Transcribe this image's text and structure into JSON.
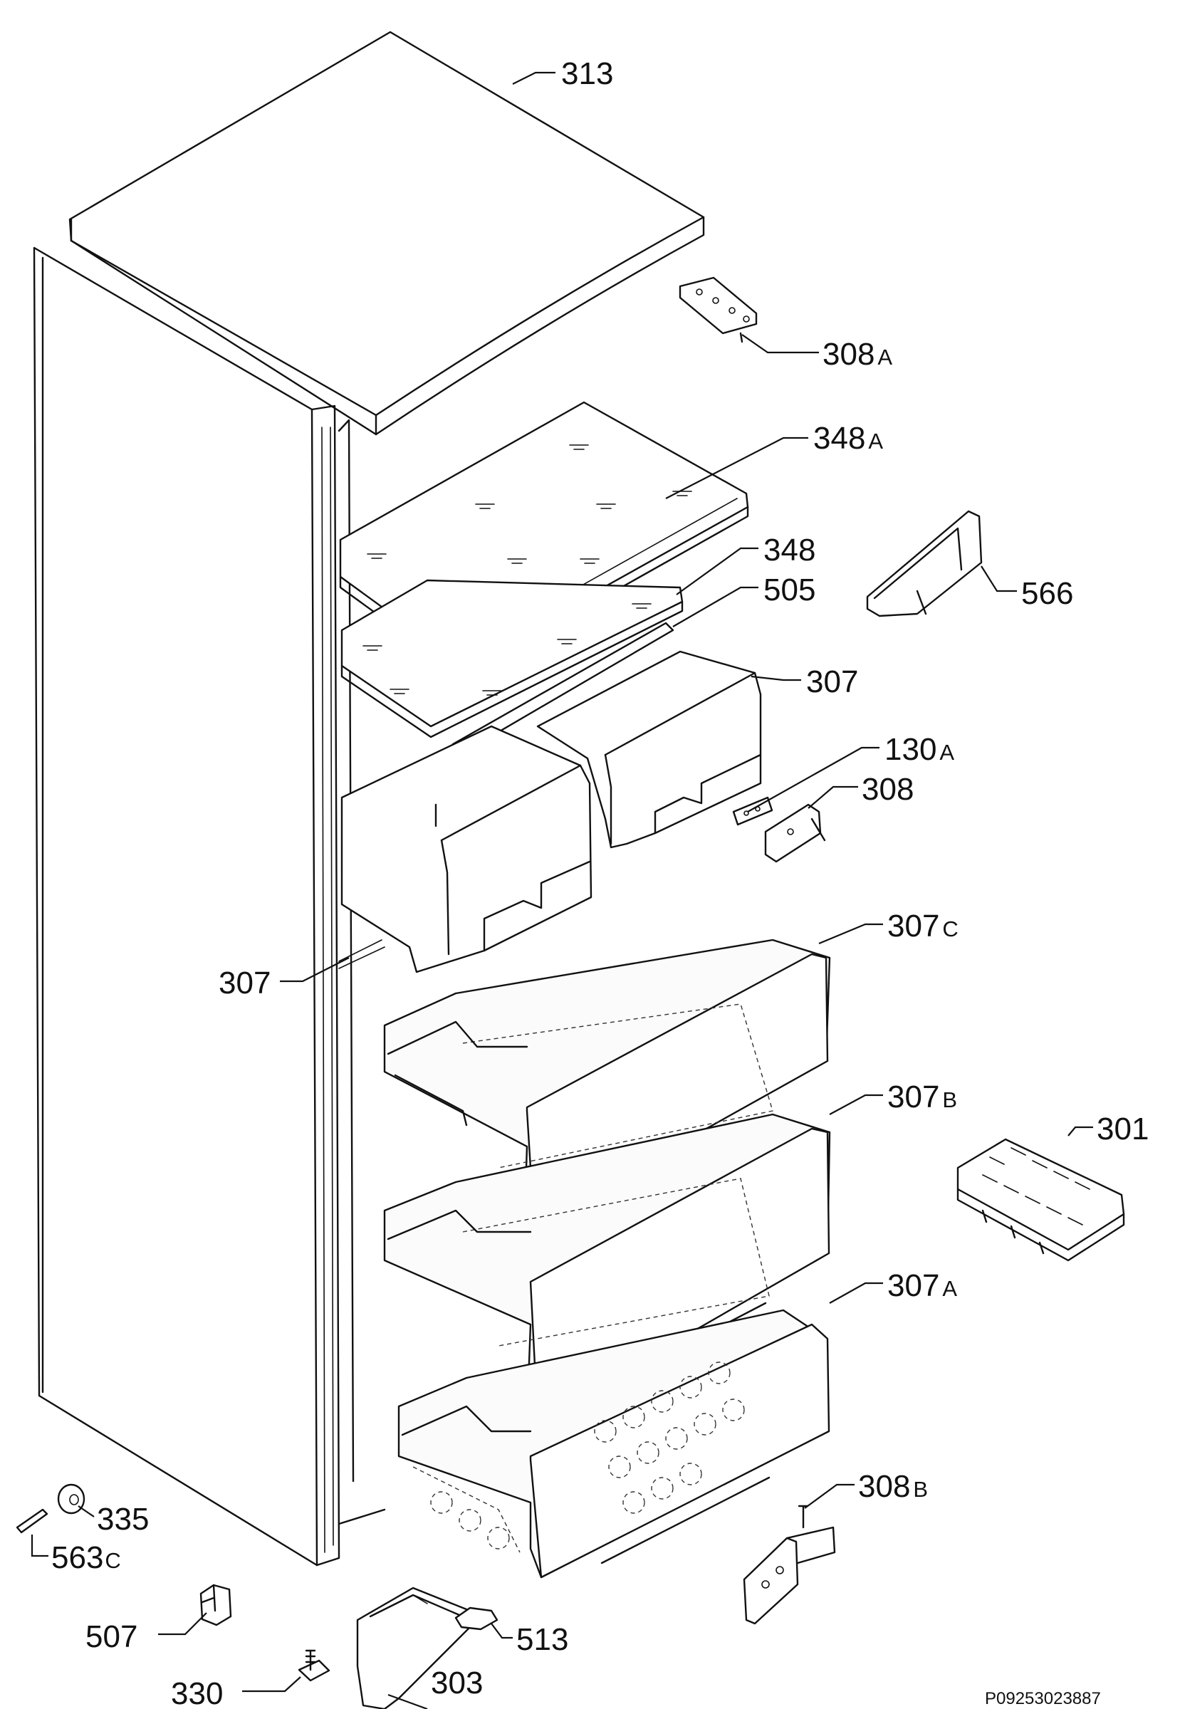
{
  "labels": [
    {
      "id": "313",
      "main": "313",
      "suffix": ""
    },
    {
      "id": "308A",
      "main": "308",
      "suffix": "A"
    },
    {
      "id": "348A",
      "main": "348",
      "suffix": "A"
    },
    {
      "id": "566",
      "main": "566",
      "suffix": ""
    },
    {
      "id": "348",
      "main": "348",
      "suffix": ""
    },
    {
      "id": "505",
      "main": "505",
      "suffix": ""
    },
    {
      "id": "307-upper",
      "main": "307",
      "suffix": ""
    },
    {
      "id": "130A",
      "main": "130",
      "suffix": "A"
    },
    {
      "id": "308",
      "main": "308",
      "suffix": ""
    },
    {
      "id": "307C",
      "main": "307",
      "suffix": "C"
    },
    {
      "id": "307-left",
      "main": "307",
      "suffix": ""
    },
    {
      "id": "307B",
      "main": "307",
      "suffix": "B"
    },
    {
      "id": "301",
      "main": "301",
      "suffix": ""
    },
    {
      "id": "307A",
      "main": "307",
      "suffix": "A"
    },
    {
      "id": "308B",
      "main": "308",
      "suffix": "B"
    },
    {
      "id": "335",
      "main": "335",
      "suffix": ""
    },
    {
      "id": "563C",
      "main": "563",
      "suffix": "C"
    },
    {
      "id": "507",
      "main": "507",
      "suffix": ""
    },
    {
      "id": "513",
      "main": "513",
      "suffix": ""
    },
    {
      "id": "330",
      "main": "330",
      "suffix": ""
    },
    {
      "id": "303",
      "main": "303",
      "suffix": ""
    }
  ],
  "footer": {
    "code": "P09253023887"
  }
}
